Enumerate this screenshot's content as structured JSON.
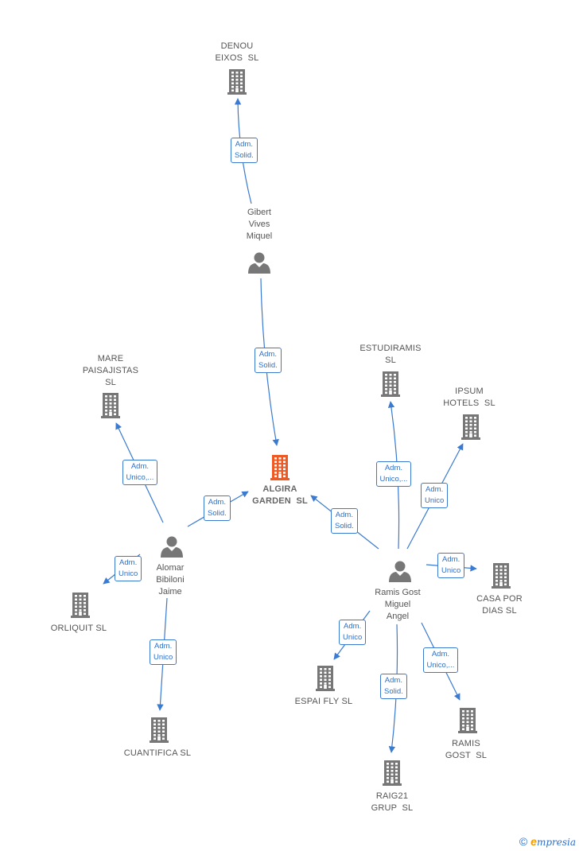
{
  "colors": {
    "edge": "#3a7ad0",
    "company": "#777777",
    "focus_company": "#ee5a24",
    "person": "#777777",
    "brand_e": "#f0a000",
    "brand_text": "#2d6fca"
  },
  "nodes": [
    {
      "id": "algira",
      "label": "ALGIRA\nGARDEN  SL",
      "type": "company",
      "focus": true
    },
    {
      "id": "denou",
      "label": "DENOU\nEIXOS  SL",
      "type": "company"
    },
    {
      "id": "gibert",
      "label": "Gibert\nVives\nMiquel",
      "type": "person"
    },
    {
      "id": "mare",
      "label": "MARE\nPAISAJISTAS\nSL",
      "type": "company"
    },
    {
      "id": "alomar",
      "label": "Alomar\nBibiloni\nJaime",
      "type": "person"
    },
    {
      "id": "orliquit",
      "label": "ORLIQUIT SL",
      "type": "company"
    },
    {
      "id": "cuantifica",
      "label": "CUANTIFICA SL",
      "type": "company"
    },
    {
      "id": "estudiramis",
      "label": "ESTUDIRAMIS\nSL",
      "type": "company"
    },
    {
      "id": "ipsum",
      "label": "IPSUM\nHOTELS  SL",
      "type": "company"
    },
    {
      "id": "ramis",
      "label": "Ramis Gost\nMiguel\nAngel",
      "type": "person"
    },
    {
      "id": "casapor",
      "label": "CASA POR\nDIAS SL",
      "type": "company"
    },
    {
      "id": "espai",
      "label": "ESPAI FLY SL",
      "type": "company"
    },
    {
      "id": "raig21",
      "label": "RAIG21\nGRUP  SL",
      "type": "company"
    },
    {
      "id": "ramisgost",
      "label": "RAMIS\nGOST  SL",
      "type": "company"
    }
  ],
  "edges": [
    {
      "from": "gibert",
      "to": "denou",
      "label": "Adm.\nSolid."
    },
    {
      "from": "gibert",
      "to": "algira",
      "label": "Adm.\nSolid."
    },
    {
      "from": "alomar",
      "to": "algira",
      "label": "Adm.\nSolid."
    },
    {
      "from": "alomar",
      "to": "mare",
      "label": "Adm.\nUnico,..."
    },
    {
      "from": "alomar",
      "to": "orliquit",
      "label": "Adm.\nUnico"
    },
    {
      "from": "alomar",
      "to": "cuantifica",
      "label": "Adm.\nUnico"
    },
    {
      "from": "ramis",
      "to": "algira",
      "label": "Adm.\nSolid."
    },
    {
      "from": "ramis",
      "to": "estudiramis",
      "label": "Adm.\nUnico,..."
    },
    {
      "from": "ramis",
      "to": "ipsum",
      "label": "Adm.\nUnico"
    },
    {
      "from": "ramis",
      "to": "casapor",
      "label": "Adm.\nUnico"
    },
    {
      "from": "ramis",
      "to": "espai",
      "label": "Adm.\nUnico"
    },
    {
      "from": "ramis",
      "to": "raig21",
      "label": "Adm.\nSolid."
    },
    {
      "from": "ramis",
      "to": "ramisgost",
      "label": "Adm.\nUnico,..."
    }
  ],
  "credit": {
    "symbol": "©",
    "brand_initial": "e",
    "brand_rest": "mpresia"
  }
}
